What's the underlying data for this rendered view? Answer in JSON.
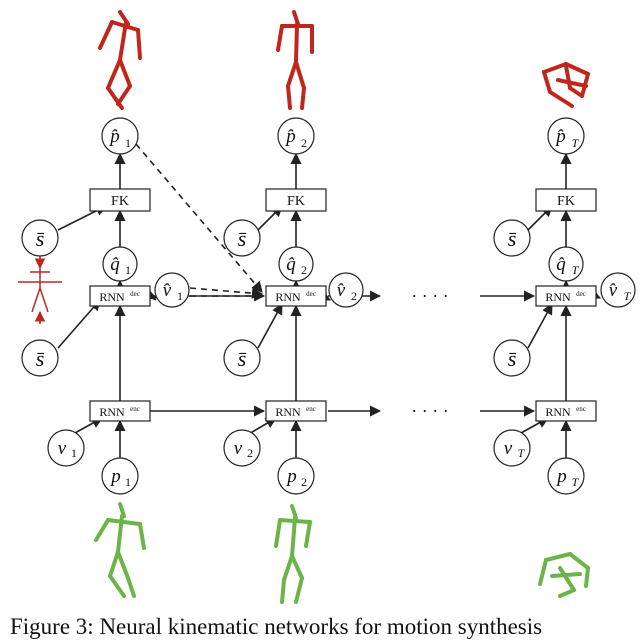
{
  "caption": "Figure 3: Neural kinematic networks for motion synthesis",
  "columns": [
    {
      "p_hat": "p̂",
      "p_hat_sub": "1",
      "q_hat": "q̂",
      "q_hat_sub": "1",
      "v_hat": "v̂",
      "v_hat_sub": "1",
      "v": "v",
      "v_sub": "1",
      "p": "p",
      "p_sub": "1"
    },
    {
      "p_hat": "p̂",
      "p_hat_sub": "2",
      "q_hat": "q̂",
      "q_hat_sub": "2",
      "v_hat": "v̂",
      "v_hat_sub": "2",
      "v": "v",
      "v_sub": "2",
      "p": "p",
      "p_sub": "2"
    },
    {
      "p_hat": "p̂",
      "p_hat_sub": "T",
      "q_hat": "q̂",
      "q_hat_sub": "T",
      "v_hat": "v̂",
      "v_hat_sub": "T",
      "v": "v",
      "v_sub": "T",
      "p": "p",
      "p_sub": "T"
    }
  ],
  "fk_label": "FK",
  "rnn_label": "RNN",
  "dec_sup": "dec",
  "enc_sup": "enc",
  "s_bar": "s̄",
  "ellipsis": "· · · ·",
  "colors": {
    "target_skeleton": "#c0271c",
    "input_skeleton": "#6bb548"
  }
}
